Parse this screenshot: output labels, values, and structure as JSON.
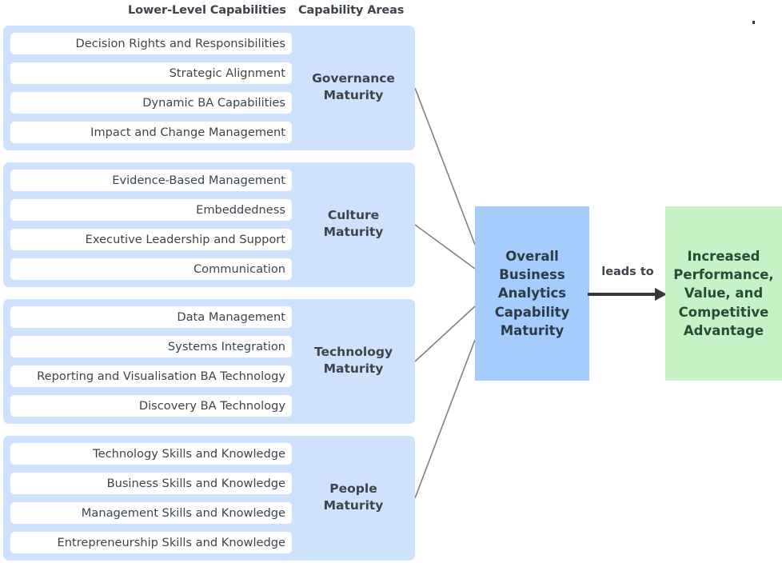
{
  "headers": {
    "lower_level": "Lower-Level Capabilities",
    "capability_areas": "Capability Areas"
  },
  "groups": [
    {
      "area": "Governance\nMaturity",
      "area_line1": "Governance",
      "area_line2": "Maturity",
      "items": [
        "Decision Rights and Responsibilities",
        "Strategic Alignment",
        "Dynamic BA Capabilities",
        "Impact and Change Management"
      ]
    },
    {
      "area": "Culture\nMaturity",
      "area_line1": "Culture",
      "area_line2": "Maturity",
      "items": [
        "Evidence-Based Management",
        "Embeddedness",
        "Executive Leadership and Support",
        "Communication"
      ]
    },
    {
      "area": "Technology\nMaturity",
      "area_line1": "Technology",
      "area_line2": "Maturity",
      "items": [
        "Data Management",
        "Systems Integration",
        "Reporting and Visualisation BA Technology",
        "Discovery BA Technology"
      ]
    },
    {
      "area": "People\nMaturity",
      "area_line1": "People",
      "area_line2": "Maturity",
      "items": [
        "Technology Skills and Knowledge",
        "Business Skills and Knowledge",
        "Management Skills and Knowledge",
        "Entrepreneurship Skills and Knowledge"
      ]
    }
  ],
  "central": {
    "lines": [
      "Overall",
      "Business",
      "Analytics",
      "Capability",
      "Maturity"
    ]
  },
  "outcome": {
    "lines": [
      "Increased",
      "Performance,",
      "Value, and",
      "Competitive",
      "Advantage"
    ]
  },
  "connector": {
    "label": "leads to"
  },
  "colors": {
    "panel_blue": "#cfe2fd",
    "card_white": "#ffffff",
    "central_blue": "#a5ccfc",
    "outcome_green": "#c6f2c6",
    "text_dark": "#3d444c",
    "outcome_text": "#2d4a35",
    "connector_line": "#808080",
    "arrow": "#33363b",
    "background": "#ffffff"
  }
}
